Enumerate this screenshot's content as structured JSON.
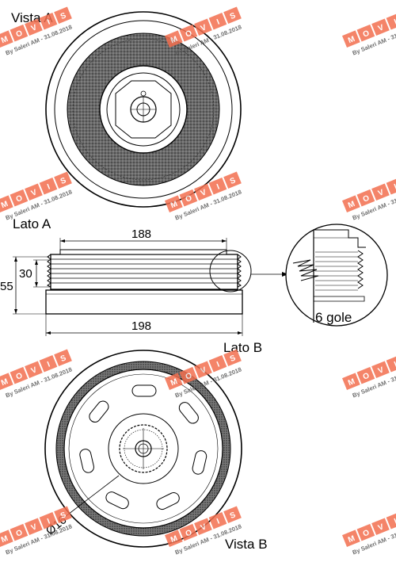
{
  "labels": {
    "vista_a": "Vista A",
    "lato_a": "Lato A",
    "lato_b": "Lato B",
    "vista_b": "Vista B",
    "dim_188": "188",
    "dim_198": "198",
    "dim_30": "30",
    "dim_55": "55",
    "dia_16": "Ø16",
    "gole": "6 gole"
  },
  "watermark": {
    "letters": [
      "M",
      "O",
      "V",
      "I",
      "S"
    ],
    "text": "By Saleri AM - 31.08.2018",
    "color": "#f36f4f"
  }
}
